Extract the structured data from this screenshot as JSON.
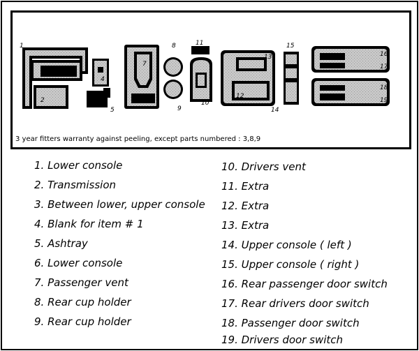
{
  "warranty_note": "3 year fitters warranty against peeling, except parts numbered : 3,8,9",
  "part_numbers": [
    "1",
    "2",
    "3",
    "4",
    "5",
    "6",
    "7",
    "8",
    "9",
    "10",
    "11",
    "12",
    "13",
    "14",
    "15",
    "16",
    "17",
    "18",
    "19"
  ],
  "legend_left": [
    "1. Lower console",
    "2. Transmission",
    "3. Between lower, upper console",
    "4. Blank for item # 1",
    "5. Ashtray",
    "6. Lower console",
    "7. Passenger vent",
    "8. Rear cup holder",
    "9. Rear cup holder"
  ],
  "legend_right": [
    "10. Drivers vent",
    "11. Extra",
    "12. Extra",
    "13. Extra",
    "14. Upper console ( left )",
    "15. Upper console ( right )",
    "16. Rear passenger door switch",
    "17. Rear drivers door switch",
    "18. Passenger door switch",
    "19. Drivers door switch"
  ],
  "colors": {
    "ink": "#000000",
    "paper": "#ffffff",
    "part_fill": "#bcbcbc"
  }
}
